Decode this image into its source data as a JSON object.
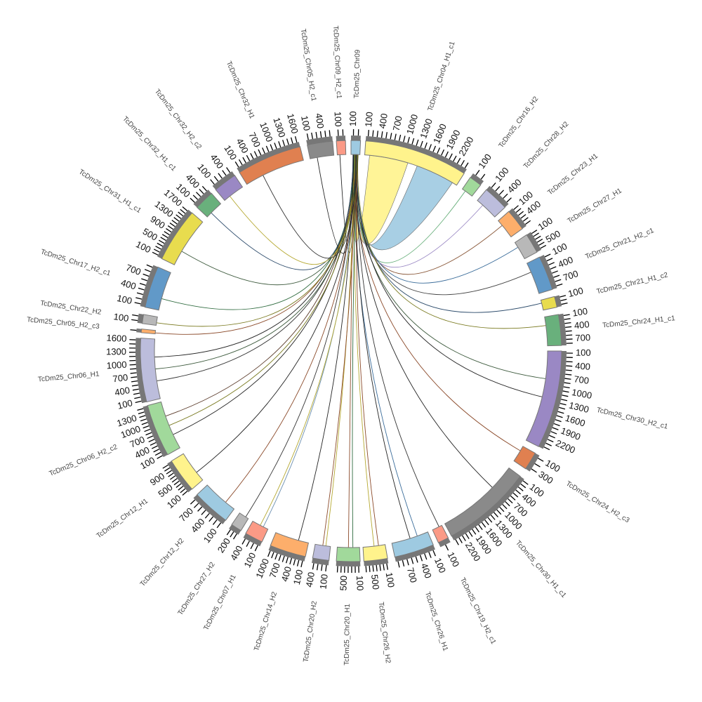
{
  "title": "Synteny circos plot",
  "segments": [
    {
      "name": "TcDm25_Chr09",
      "color": "#9ecae1",
      "size": 200
    },
    {
      "name": "TcDm25_Chr04_H1_c1",
      "color": "#fff38c",
      "size": 2400
    },
    {
      "name": "TcDm25_Chr16_H2",
      "color": "#a1d99b",
      "size": 200
    },
    {
      "name": "TcDm25_Chr28_H2",
      "color": "#bcbddc",
      "size": 500
    },
    {
      "name": "TcDm25_Chr23_H1",
      "color": "#fdae6b",
      "size": 600
    },
    {
      "name": "TcDm25_Chr27_H1",
      "color": "#b8b8b8",
      "size": 600
    },
    {
      "name": "TcDm25_Chr21_H2_c1",
      "color": "#6199c8",
      "size": 800
    },
    {
      "name": "TcDm25_Chr21_H1_c2",
      "color": "#e8dc4e",
      "size": 300
    },
    {
      "name": "TcDm25_Chr24_H1_c1",
      "color": "#69b07c",
      "size": 800
    },
    {
      "name": "TcDm25_Chr30_H2_c1",
      "color": "#9a88c4",
      "size": 2400
    },
    {
      "name": "TcDm25_Chr24_H2_c3",
      "color": "#e08050",
      "size": 300
    },
    {
      "name": "TcDm25_Chr30_H1_c1",
      "color": "#8a8a8a",
      "size": 2400
    },
    {
      "name": "TcDm25_Chr19_H2_c1",
      "color": "#fb9a86",
      "size": 100
    },
    {
      "name": "TcDm25_Chr26_H1",
      "color": "#9ecae1",
      "size": 900
    },
    {
      "name": "TcDm25_Chr26_H2",
      "color": "#fff38c",
      "size": 700
    },
    {
      "name": "TcDm25_Chr20_H1",
      "color": "#a1d99b",
      "size": 700
    },
    {
      "name": "TcDm25_Chr20_H2",
      "color": "#bcbddc",
      "size": 400
    },
    {
      "name": "TcDm25_Chr14_H2",
      "color": "#fdae6b",
      "size": 1000
    },
    {
      "name": "TcDm25_Chr07_H1",
      "color": "#fb9a86",
      "size": 400
    },
    {
      "name": "TcDm25_Chr27_H2",
      "color": "#b8b8b8",
      "size": 300
    },
    {
      "name": "TcDm25_Chr12_H2",
      "color": "#9ecae1",
      "size": 800
    },
    {
      "name": "TcDm25_Chr12_H1",
      "color": "#fff38c",
      "size": 1100
    },
    {
      "name": "TcDm25_Chr06_H2_c2",
      "color": "#a1d99b",
      "size": 1500
    },
    {
      "name": "TcDm25_Chr06_H1",
      "color": "#bcbddc",
      "size": 1600
    },
    {
      "name": "TcDm25_Chr05_H2_c3",
      "color": "#fdae6b",
      "size": 100
    },
    {
      "name": "TcDm25_Chr22_H2",
      "color": "#b8b8b8",
      "size": 200
    },
    {
      "name": "TcDm25_Chr17_H2_c1",
      "color": "#6199c8",
      "size": 900
    },
    {
      "name": "TcDm25_Chr31_H1_c1",
      "color": "#e8dc4e",
      "size": 1700
    },
    {
      "name": "TcDm25_Chr32_H1_c1",
      "color": "#69b07c",
      "size": 500
    },
    {
      "name": "TcDm25_Chr32_H2_c2",
      "color": "#9a88c4",
      "size": 500
    },
    {
      "name": "TcDm25_Chr32_H1",
      "color": "#e08050",
      "size": 1600
    },
    {
      "name": "TcDm25_Chr05_H2_c1",
      "color": "#8a8a8a",
      "size": 600
    },
    {
      "name": "TcDm25_Chr09_H2_c1",
      "color": "#fb9a86",
      "size": 200
    }
  ],
  "links": [
    {
      "from": 0,
      "to": 1,
      "color": "#9ecae1",
      "ribbon": true
    },
    {
      "from": 0,
      "to": 1,
      "color": "#fff38c",
      "ribbon": true
    },
    {
      "from": 0,
      "to": 2,
      "color": "#69b07c"
    },
    {
      "from": 0,
      "to": 3,
      "color": "#9a88c4"
    },
    {
      "from": 0,
      "to": 4,
      "color": "#8b5a3c"
    },
    {
      "from": 0,
      "to": 5,
      "color": "#3a6c9a"
    },
    {
      "from": 0,
      "to": 6,
      "color": "#444444"
    },
    {
      "from": 0,
      "to": 7,
      "color": "#2b4a6a"
    },
    {
      "from": 0,
      "to": 8,
      "color": "#7a7a20"
    },
    {
      "from": 0,
      "to": 9,
      "color": "#3d5a3d"
    },
    {
      "from": 0,
      "to": 9,
      "color": "#222222"
    },
    {
      "from": 0,
      "to": 10,
      "color": "#8b4a2a"
    },
    {
      "from": 0,
      "to": 11,
      "color": "#222222"
    },
    {
      "from": 0,
      "to": 12,
      "color": "#333333"
    },
    {
      "from": 0,
      "to": 13,
      "color": "#3a6c9a"
    },
    {
      "from": 0,
      "to": 13,
      "color": "#222222"
    },
    {
      "from": 0,
      "to": 14,
      "color": "#8b4a2a"
    },
    {
      "from": 0,
      "to": 14,
      "color": "#b5a830"
    },
    {
      "from": 0,
      "to": 15,
      "color": "#2f6b3f"
    },
    {
      "from": 0,
      "to": 15,
      "color": "#8b4a2a"
    },
    {
      "from": 0,
      "to": 16,
      "color": "#b5a830"
    },
    {
      "from": 0,
      "to": 16,
      "color": "#8b4a2a"
    },
    {
      "from": 0,
      "to": 17,
      "color": "#222222"
    },
    {
      "from": 0,
      "to": 18,
      "color": "#6b8fb0"
    },
    {
      "from": 0,
      "to": 18,
      "color": "#b5a830"
    },
    {
      "from": 0,
      "to": 19,
      "color": "#333333"
    },
    {
      "from": 0,
      "to": 20,
      "color": "#8b4a2a"
    },
    {
      "from": 0,
      "to": 21,
      "color": "#222222"
    },
    {
      "from": 0,
      "to": 22,
      "color": "#222222"
    },
    {
      "from": 0,
      "to": 22,
      "color": "#7a7a20"
    },
    {
      "from": 0,
      "to": 22,
      "color": "#5a3a2a"
    },
    {
      "from": 0,
      "to": 23,
      "color": "#333333"
    },
    {
      "from": 0,
      "to": 23,
      "color": "#3d5a3d"
    },
    {
      "from": 0,
      "to": 23,
      "color": "#222222"
    },
    {
      "from": 0,
      "to": 24,
      "color": "#8b4a2a"
    },
    {
      "from": 0,
      "to": 25,
      "color": "#7a7a20"
    },
    {
      "from": 0,
      "to": 26,
      "color": "#2f6b3f"
    },
    {
      "from": 0,
      "to": 27,
      "color": "#3d5a3d"
    },
    {
      "from": 0,
      "to": 28,
      "color": "#2b4a6a"
    },
    {
      "from": 0,
      "to": 29,
      "color": "#b5a830"
    },
    {
      "from": 0,
      "to": 30,
      "color": "#333333"
    },
    {
      "from": 0,
      "to": 31,
      "color": "#222222"
    },
    {
      "from": 0,
      "to": 32,
      "color": "#222222"
    }
  ]
}
